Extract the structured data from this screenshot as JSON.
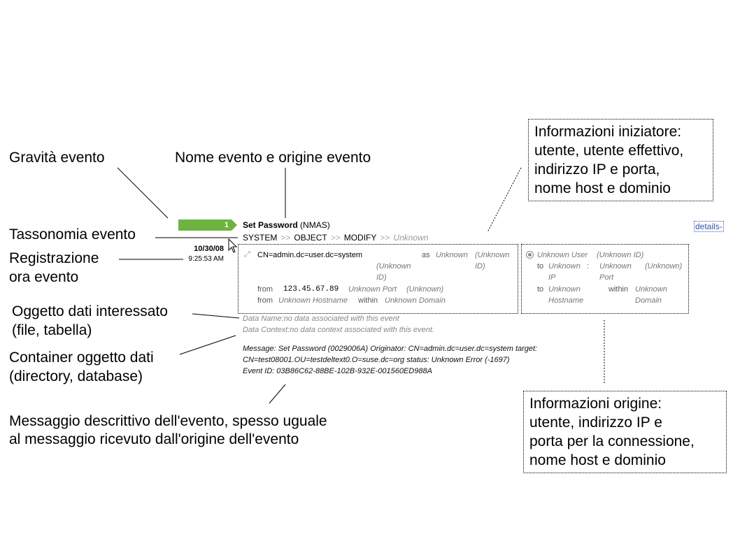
{
  "labels": {
    "severity": "Gravità evento",
    "event_name": "Nome evento e origine evento",
    "taxonomy": "Tassonomia evento",
    "time_line1": "Registrazione",
    "time_line2": "ora evento",
    "data_object_line1": "Oggetto dati interessato",
    "data_object_line2": "(file, tabella)",
    "container_line1": "Container oggetto dati",
    "container_line2": "(directory, database)",
    "message_line1": "Messaggio descrittivo dell'evento, spesso uguale",
    "message_line2": "al messaggio ricevuto dall'origine dell'evento",
    "initiator_line1": "Informazioni iniziatore:",
    "initiator_line2": "utente, utente effettivo,",
    "initiator_line3": "indirizzo IP e porta,",
    "initiator_line4": "nome host e dominio",
    "origin_line1": "Informazioni origine:",
    "origin_line2": "utente, indirizzo IP e",
    "origin_line3": "porta per la connessione,",
    "origin_line4": "nome host e dominio"
  },
  "event": {
    "severity": "1",
    "severity_color": "#6cb33f",
    "name": "Set Password",
    "source": "(NMAS)",
    "taxonomy": [
      "SYSTEM",
      "OBJECT",
      "MODIFY",
      "Unknown"
    ],
    "taxonomy_sep": ">>",
    "details_link": "details-",
    "date": "10/30/08",
    "time": "9:25:53 AM"
  },
  "initiator_panel": {
    "user": "CN=admin.dc=user.dc=system",
    "as_label": "as",
    "eff_user": "Unknown",
    "eff_user_id_1": "(Unknown",
    "eff_user_id_2": "ID)",
    "user_id_1": "(Unknown",
    "user_id_2": "ID)",
    "from_label": "from",
    "ip": "123.45.67.89",
    "port": "Unknown Port",
    "port_id": "(Unknown)",
    "hostname": "Unknown Hostname",
    "within_label": "within",
    "domain": "Unknown Domain"
  },
  "target_panel": {
    "user": "Unknown User",
    "user_id": "(Unknown ID)",
    "to_label": "to",
    "ip_1": "Unknown",
    "ip_2": "IP",
    "colon": ":",
    "port_1": "Unknown",
    "port_2": "Port",
    "port_id": "(Unknown)",
    "host_1": "Unknown",
    "host_2": "Hostname",
    "within_label": "within",
    "domain_1": "Unknown",
    "domain_2": "Domain"
  },
  "data_name": "Data Name:no data associated with this event",
  "data_context": "Data Context:no data context associated with this event.",
  "message_1": "Message: Set Password (0029006A) Originator: CN=admin.dc=user.dc=system target:",
  "message_2": "CN=test08001.OU=testdeltext0.O=suse.dc=org status: Unknown Error (-1697)",
  "message_3": "Event ID: 03B86C62-88BE-102B-932E-001560ED988A"
}
